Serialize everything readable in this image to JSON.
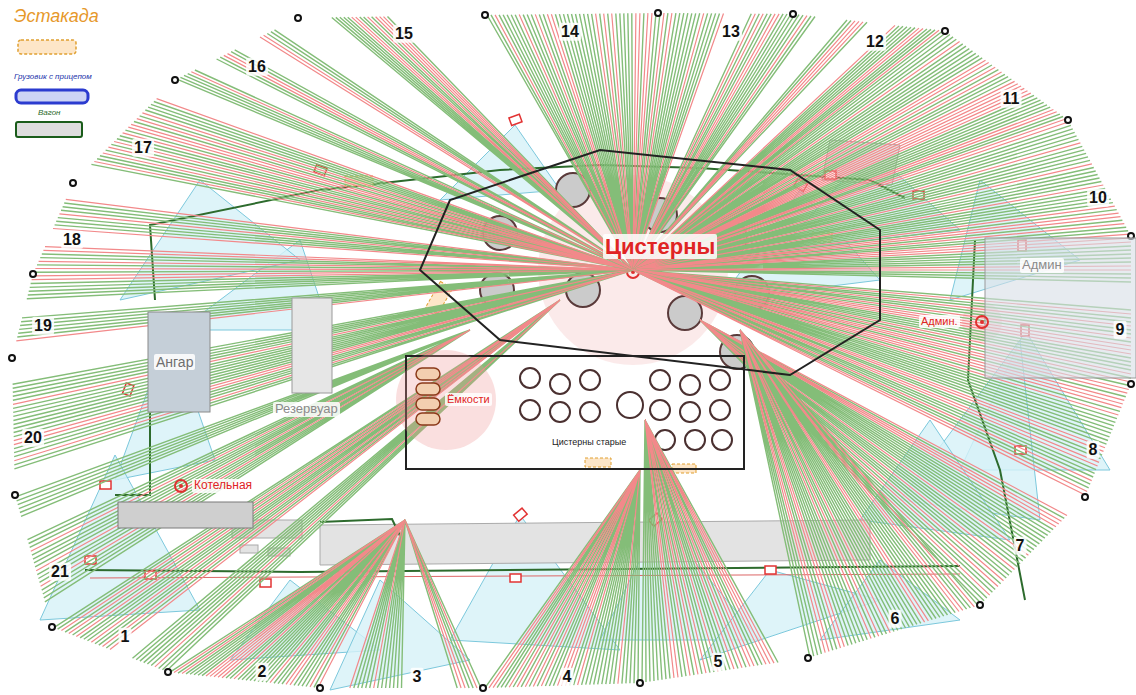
{
  "diagram": {
    "nodes": [
      {
        "text": [
          "Цистерны"
        ]
      },
      {
        "text": [
          "Цистерны старые"
        ]
      },
      {
        "text": [
          "Ёмкости"
        ],
        "in": 1
      },
      {
        "text": [
          "Ангар"
        ]
      },
      {
        "text": [
          "Резервуар"
        ]
      },
      {
        "text": [
          "Котельная"
        ]
      },
      {
        "text": [
          "Админ",
          "Админ."
        ]
      }
    ],
    "labels": [
      "1",
      "2",
      "3",
      "4",
      "5",
      "6",
      "7",
      "8",
      "9",
      "10",
      "11",
      "12",
      "13",
      "14",
      "15",
      "16",
      "17",
      "18",
      "19",
      "20",
      "21"
    ],
    "legend": [
      {
        "text": "Эстакада"
      },
      {
        "text": "Грузовик с прицепом"
      },
      {
        "text": "Вагон"
      }
    ]
  }
}
